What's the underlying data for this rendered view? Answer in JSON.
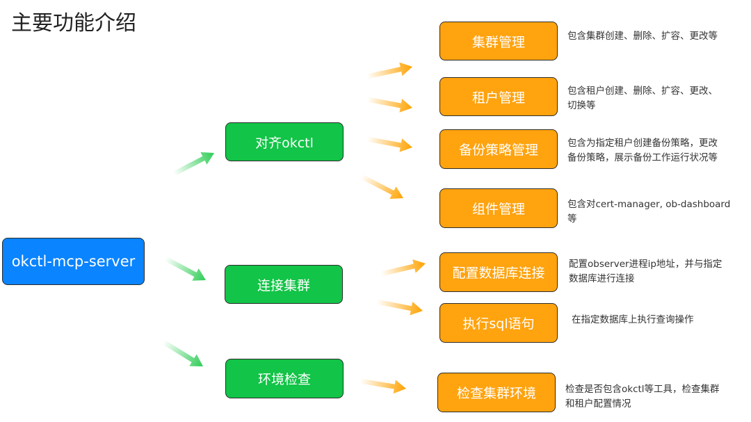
{
  "title": "主要功能介绍",
  "root": {
    "label": "okctl-mcp-server"
  },
  "categories": [
    {
      "label": "对齐okctl"
    },
    {
      "label": "连接集群"
    },
    {
      "label": "环境检查"
    }
  ],
  "features": [
    {
      "label": "集群管理",
      "desc": [
        "包含集群创建、删除、扩容、更改等"
      ]
    },
    {
      "label": "租户管理",
      "desc": [
        "包含租户创建、删除、扩容、更改、",
        "切换等"
      ]
    },
    {
      "label": "备份策略管理",
      "desc": [
        "包含为指定租户创建备份策略，更改",
        "备份策略，展示备份工作运行状况等"
      ]
    },
    {
      "label": "组件管理",
      "desc": [
        "包含对cert-manager, ob-dashboard",
        "等"
      ]
    },
    {
      "label": "配置数据库连接",
      "desc": [
        "配置observer进程ip地址，并与指定",
        "数据库进行连接"
      ]
    },
    {
      "label": "执行sql语句",
      "desc": [
        "在指定数据库上执行查询操作"
      ]
    },
    {
      "label": "检查集群环境",
      "desc": [
        "检查是否包含okctl等工具，检查集群",
        "和租户配置情况"
      ]
    }
  ],
  "colors": {
    "root": "#0a84ff",
    "category": "#12c447",
    "feature": "#ffa30f",
    "arrow_green": "#2ecc55",
    "arrow_orange": "#ffa200"
  }
}
